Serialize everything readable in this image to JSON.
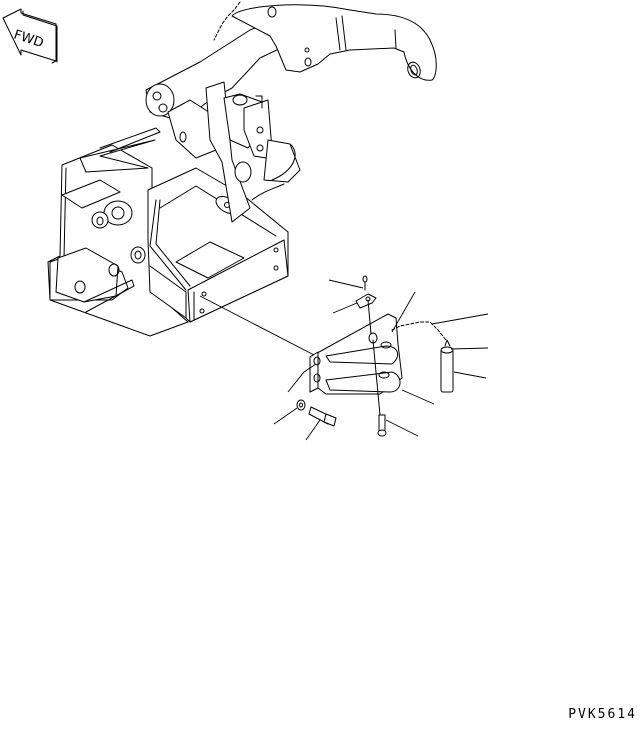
{
  "diagram": {
    "type": "exploded parts illustration",
    "direction_indicator": {
      "label": "FWD",
      "icon": "forward-arrow-icon"
    },
    "drawing_reference": "PVK5614",
    "main_assembly": "frame with pivot arm and box bracket",
    "callouts": [
      {
        "id": "split-pin",
        "target": "cotter pin (top)"
      },
      {
        "id": "clip-plate",
        "target": "pin clip / plate"
      },
      {
        "id": "chain",
        "target": "retaining chain"
      },
      {
        "id": "pin-head",
        "target": "locking pin head"
      },
      {
        "id": "pin-body",
        "target": "locking pin"
      },
      {
        "id": "bracket",
        "target": "hitch bracket"
      },
      {
        "id": "bolt-lower",
        "target": "lower bolt"
      },
      {
        "id": "washer",
        "target": "washer"
      },
      {
        "id": "bolt",
        "target": "bolt"
      }
    ],
    "colors": {
      "line": "#000000",
      "background": "#ffffff"
    }
  }
}
